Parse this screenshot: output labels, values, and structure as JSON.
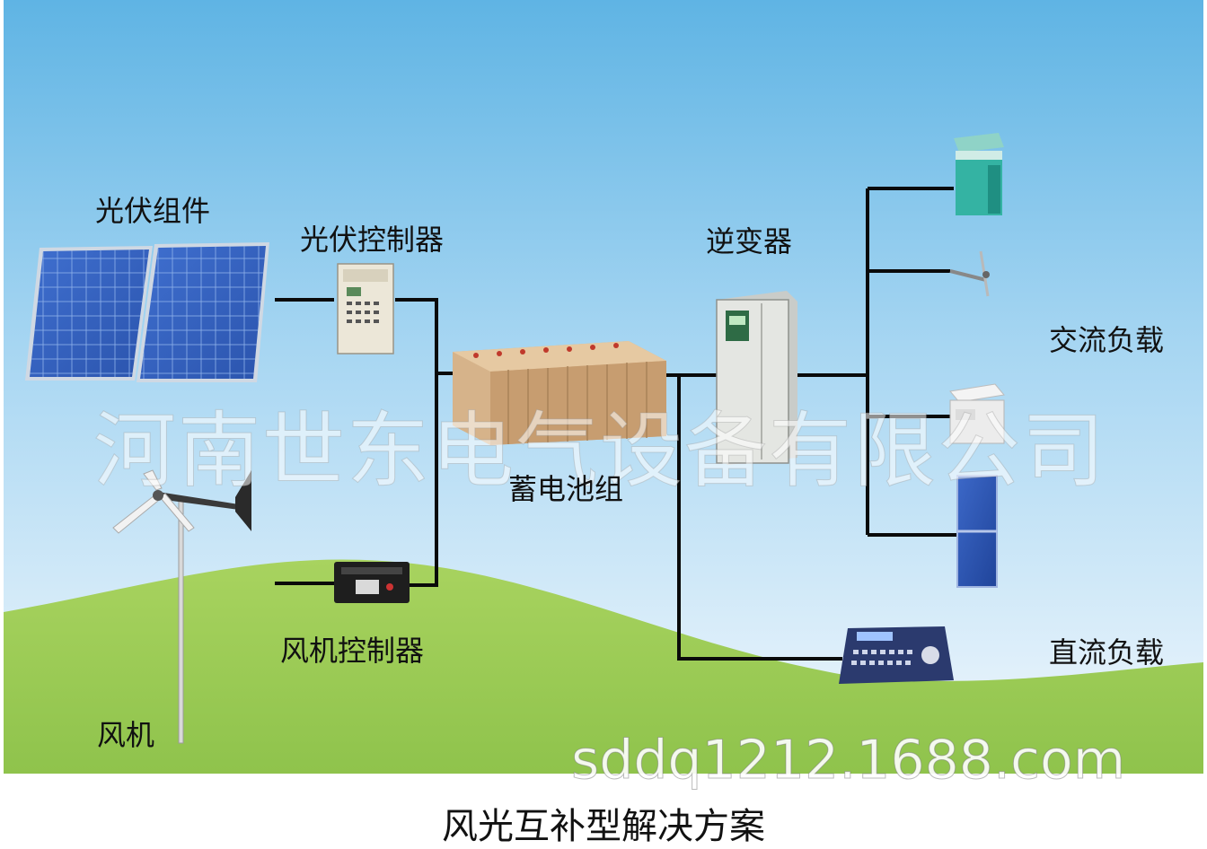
{
  "labels": {
    "pv_modules": "光伏组件",
    "pv_controller": "光伏控制器",
    "inverter": "逆变器",
    "battery_bank": "蓄电池组",
    "wind_controller": "风机控制器",
    "wind_turbine": "风机",
    "ac_load": "交流负载",
    "dc_load": "直流负载"
  },
  "caption": "风光互补型解决方案",
  "watermark": {
    "company": "河南世东电气设备有限公司",
    "site": "sddq1212.1688.com"
  },
  "colors": {
    "sky_top": "#5fb4e4",
    "sky_bottom": "#eef6ff",
    "grass": "#9ccc58",
    "wire": "#0a0a0a"
  }
}
